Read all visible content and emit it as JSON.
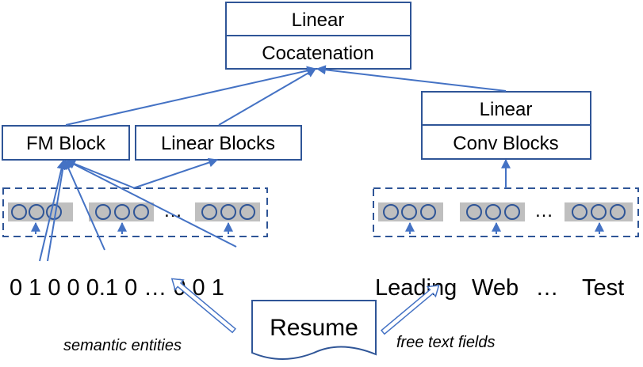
{
  "top_stack": {
    "upper": "Linear",
    "lower": "Cocatenation"
  },
  "left_blocks": {
    "fm": "FM Block",
    "linear": "Linear Blocks"
  },
  "right_stack": {
    "upper": "Linear",
    "lower": "Conv Blocks"
  },
  "left_ellipsis": "…",
  "right_ellipsis": "…",
  "feature_values": "0 1 0 0 0.1 0 … 0 0 1",
  "text_tokens": {
    "first": "Leading",
    "second": "Web",
    "ellipsis": "…",
    "last": "Test"
  },
  "document": {
    "label": "Resume"
  },
  "captions": {
    "left": "semantic entities",
    "right": "free text fields"
  },
  "colors": {
    "blue": "#4472C4",
    "dark_blue": "#2F5597",
    "gray": "#BFBFBF"
  }
}
